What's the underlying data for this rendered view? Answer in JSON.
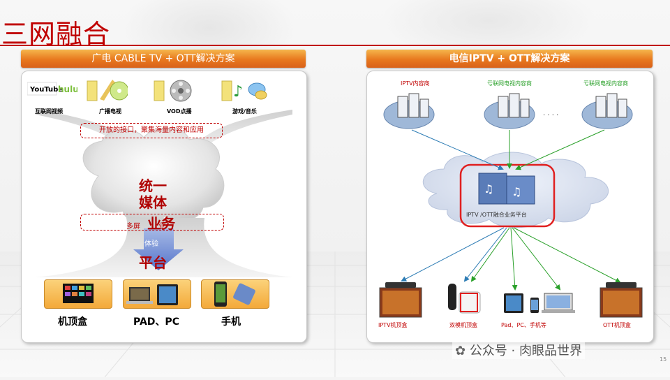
{
  "page": {
    "title": "三网融合",
    "page_number": "15",
    "watermark": "公众号 · 肉眼品世界"
  },
  "left_panel": {
    "header": "广电 CABLE TV + OTT解决方案",
    "sources": [
      {
        "label": "互联网视频",
        "icon": "youtube-hulu-logo"
      },
      {
        "label": "广播电视",
        "icon": "broadcast-tv-icon"
      },
      {
        "label": "VOD点播",
        "icon": "film-reel-icon"
      },
      {
        "label": "游戏/音乐",
        "icon": "music-game-icon"
      }
    ],
    "logo_youtube": "YouTube",
    "logo_hulu": "hulu",
    "open_interface": "开放的接口，聚集海量内容和应用",
    "cloud_line1": "统一",
    "cloud_line2": "媒体",
    "cloud_line3": "业务",
    "cloud_line4": "平台",
    "multiscreen": "多屏",
    "multiscreen_tail": "业",
    "experience": "体验",
    "devices": [
      {
        "label": "机顶盒",
        "icon": "set-top-box-icon"
      },
      {
        "label": "PAD、PC",
        "icon": "pad-pc-icon"
      },
      {
        "label": "手机",
        "icon": "mobile-phone-icon"
      }
    ]
  },
  "right_panel": {
    "header": "电信IPTV + OTT解决方案",
    "servers": [
      {
        "label": "IPTV内容商"
      },
      {
        "label": "亏联网电视内容商"
      },
      {
        "label": "亏联网电视内容商"
      }
    ],
    "ellipsis": "· · · ·",
    "platform_label": "IPTV /OTT融合业务平台",
    "terminals": [
      {
        "label": "IPTV机顶盒"
      },
      {
        "label": "双模机顶盒"
      },
      {
        "label": "Pad、PC、手机等"
      },
      {
        "label": "OTT机顶盒"
      }
    ]
  },
  "colors": {
    "title_red": "#c00000",
    "header_orange": "#e8781e",
    "link_blue": "#2e7db5",
    "link_green": "#2aa02a"
  }
}
